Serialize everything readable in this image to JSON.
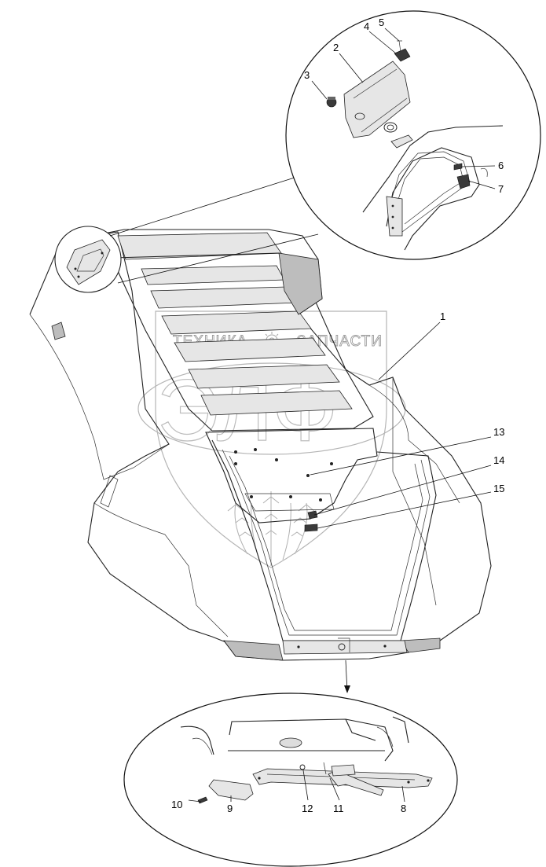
{
  "watermark": {
    "left_word": "ТЕХНИКА",
    "right_word": "ЗАПЧАСТИ",
    "color": "#9a9a9a"
  },
  "callouts": [
    {
      "id": "c1",
      "label": "1"
    },
    {
      "id": "c2",
      "label": "2"
    },
    {
      "id": "c3",
      "label": "3"
    },
    {
      "id": "c4",
      "label": "4"
    },
    {
      "id": "c5",
      "label": "5"
    },
    {
      "id": "c6",
      "label": "6"
    },
    {
      "id": "c7",
      "label": "7"
    },
    {
      "id": "c8",
      "label": "8"
    },
    {
      "id": "c9",
      "label": "9"
    },
    {
      "id": "c10",
      "label": "10"
    },
    {
      "id": "c11",
      "label": "11"
    },
    {
      "id": "c12",
      "label": "12"
    },
    {
      "id": "c13",
      "label": "13"
    },
    {
      "id": "c14",
      "label": "14"
    },
    {
      "id": "c15",
      "label": "15"
    }
  ]
}
